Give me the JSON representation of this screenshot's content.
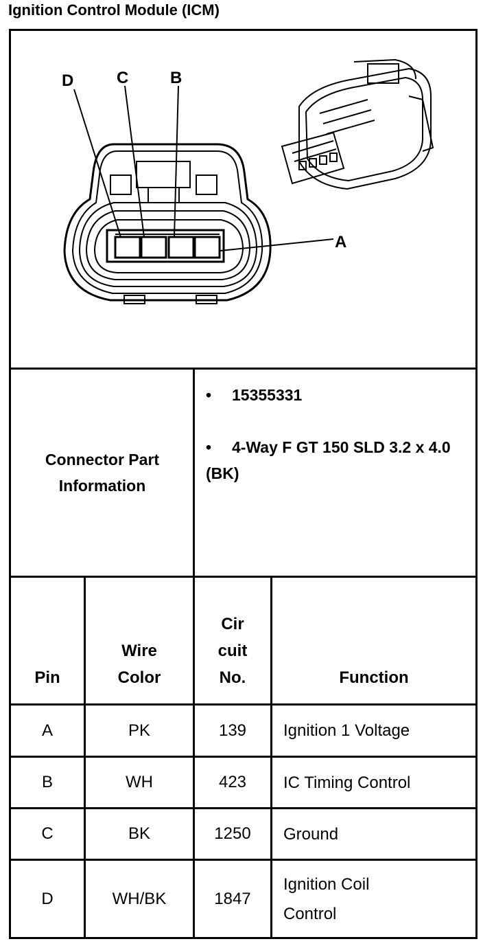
{
  "title": "Ignition Control Module (ICM)",
  "diagram": {
    "pin_labels": [
      "D",
      "C",
      "B",
      "A"
    ]
  },
  "connector": {
    "label": "Connector Part Information",
    "items": [
      "15355331",
      "4-Way F GT 150 SLD 3.2 x 4.0 (BK)"
    ],
    "bullet": "•"
  },
  "table": {
    "headers": {
      "pin": "Pin",
      "wire_color": "Wire\nColor",
      "circuit_no": "Cir\ncuit\nNo.",
      "function": "Function"
    },
    "rows": [
      {
        "pin": "A",
        "wire_color": "PK",
        "circuit": "139",
        "function": "Ignition 1 Voltage"
      },
      {
        "pin": "B",
        "wire_color": "WH",
        "circuit": "423",
        "function": "IC Timing Control"
      },
      {
        "pin": "C",
        "wire_color": "BK",
        "circuit": "1250",
        "function": "Ground"
      },
      {
        "pin": "D",
        "wire_color": "WH/BK",
        "circuit": "1847",
        "function": "Ignition Coil\nControl"
      }
    ]
  }
}
